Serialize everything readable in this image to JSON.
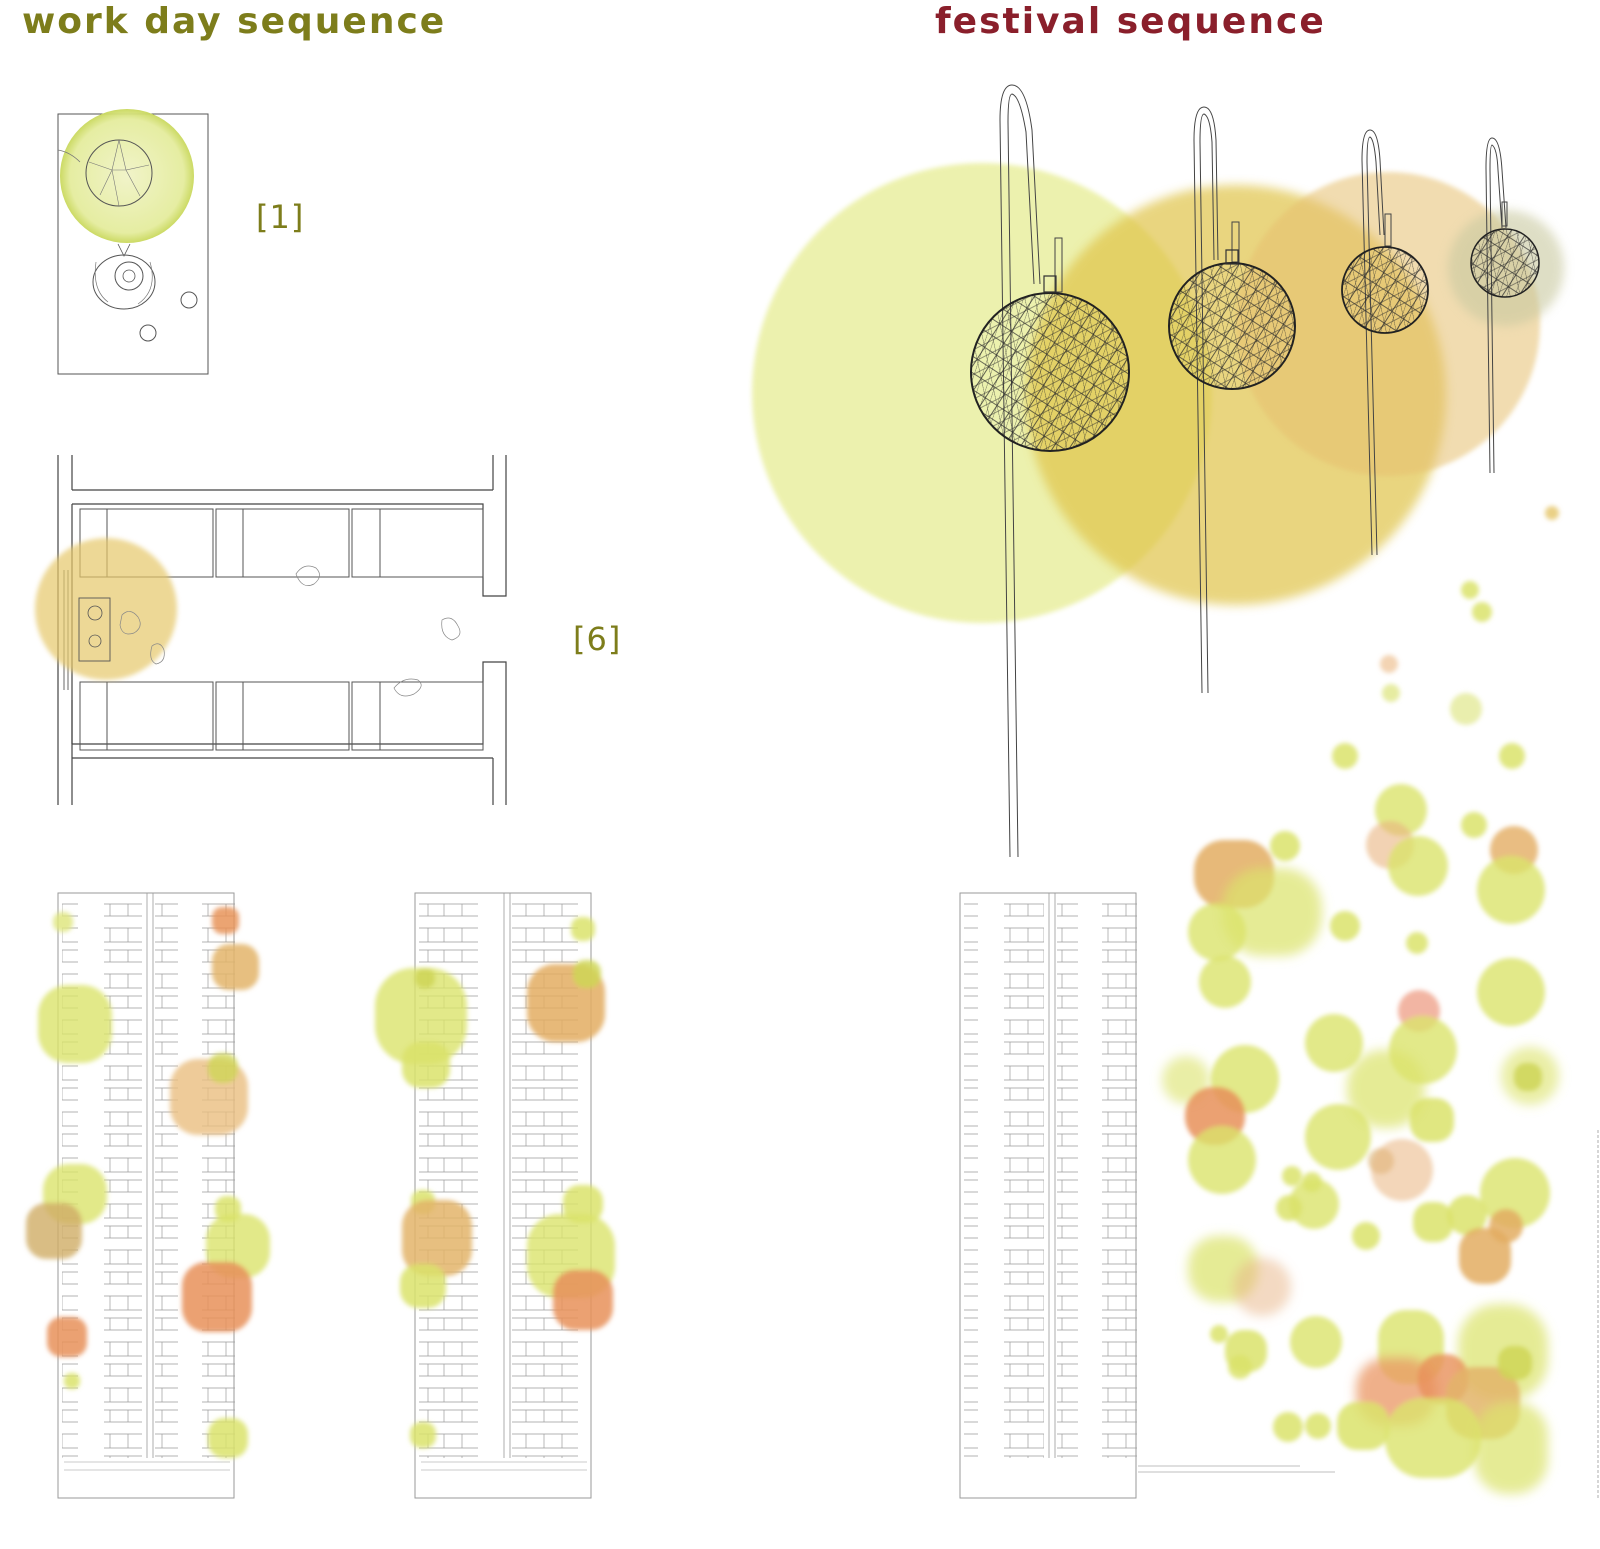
{
  "left_panel": {
    "title": "work day sequence",
    "title_color": "#7d7d1b",
    "labels": {
      "plan_1": "[1]",
      "plan_6": "[6]"
    },
    "label_color": "#7d7d1b"
  },
  "right_panel": {
    "title": "festival sequence",
    "title_color": "#8a1f2b"
  },
  "colors": {
    "light_yellow": "#e3ea8f",
    "yellow": "#d9cf5a",
    "ochre": "#e4b96a",
    "orange": "#e8945a",
    "salmon": "#ee9878",
    "line": "#555555"
  }
}
